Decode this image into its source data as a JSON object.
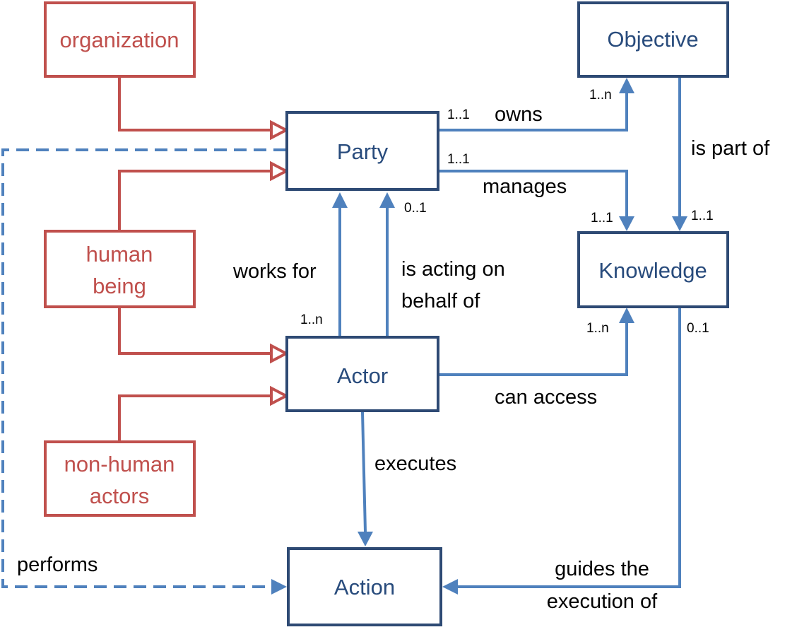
{
  "nodes": {
    "organization": "organization",
    "human_being": [
      "human",
      "being"
    ],
    "non_human_actors": [
      "non-human",
      "actors"
    ],
    "party": "Party",
    "actor": "Actor",
    "action": "Action",
    "objective": "Objective",
    "knowledge": "Knowledge"
  },
  "relations": {
    "owns": "owns",
    "manages": "manages",
    "is_part_of": "is part of",
    "works_for": "works for",
    "is_acting_on_behalf_of": [
      "is acting on",
      "behalf of"
    ],
    "can_access": "can access",
    "executes": "executes",
    "performs": "performs",
    "guides_the_execution_of": [
      "guides the",
      "execution of"
    ]
  },
  "multiplicities": {
    "owns_party": "1..1",
    "owns_objective": "1..n",
    "manages_party": "1..1",
    "manages_knowledge": "1..1",
    "part_of_knowledge": "1..1",
    "works_for_actor": "1..n",
    "acting_party": "0..1",
    "can_access_knowledge": "1..n",
    "guides_knowledge": "0..1"
  },
  "colors": {
    "specialization": "#c0504d",
    "entity_border": "#2e4a74",
    "entity_text": "#284b7c",
    "association": "#4f81bd"
  }
}
